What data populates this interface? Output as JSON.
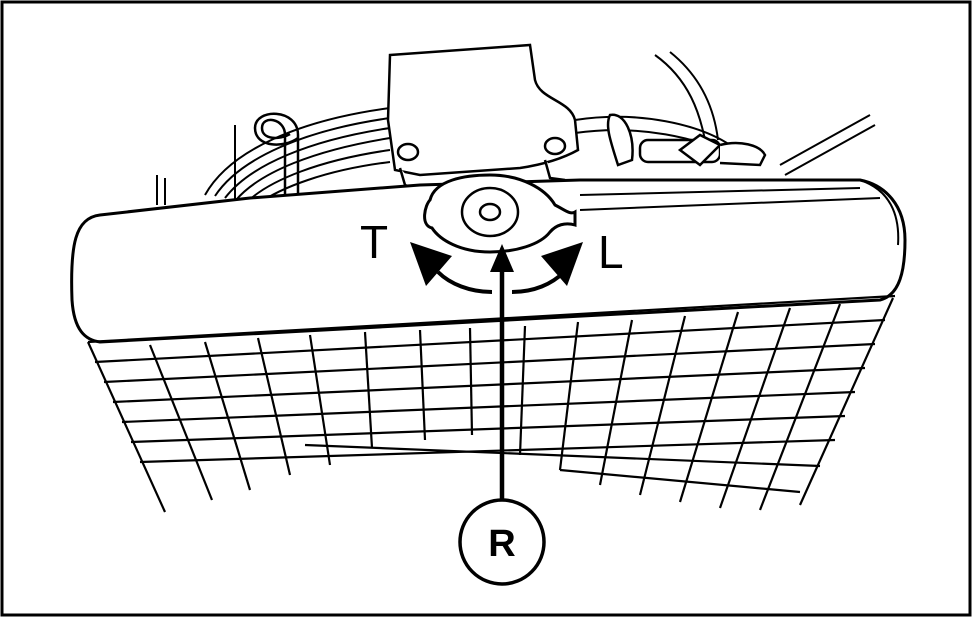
{
  "labels": {
    "tighten": "T",
    "loosen": "L",
    "callout": "R"
  },
  "colors": {
    "ink": "#000000",
    "paper": "#ffffff"
  },
  "icons": {
    "tighten_arrow": "curved-arrow-left-icon",
    "loosen_arrow": "curved-arrow-right-icon",
    "leader": "leader-arrow-up-icon"
  }
}
